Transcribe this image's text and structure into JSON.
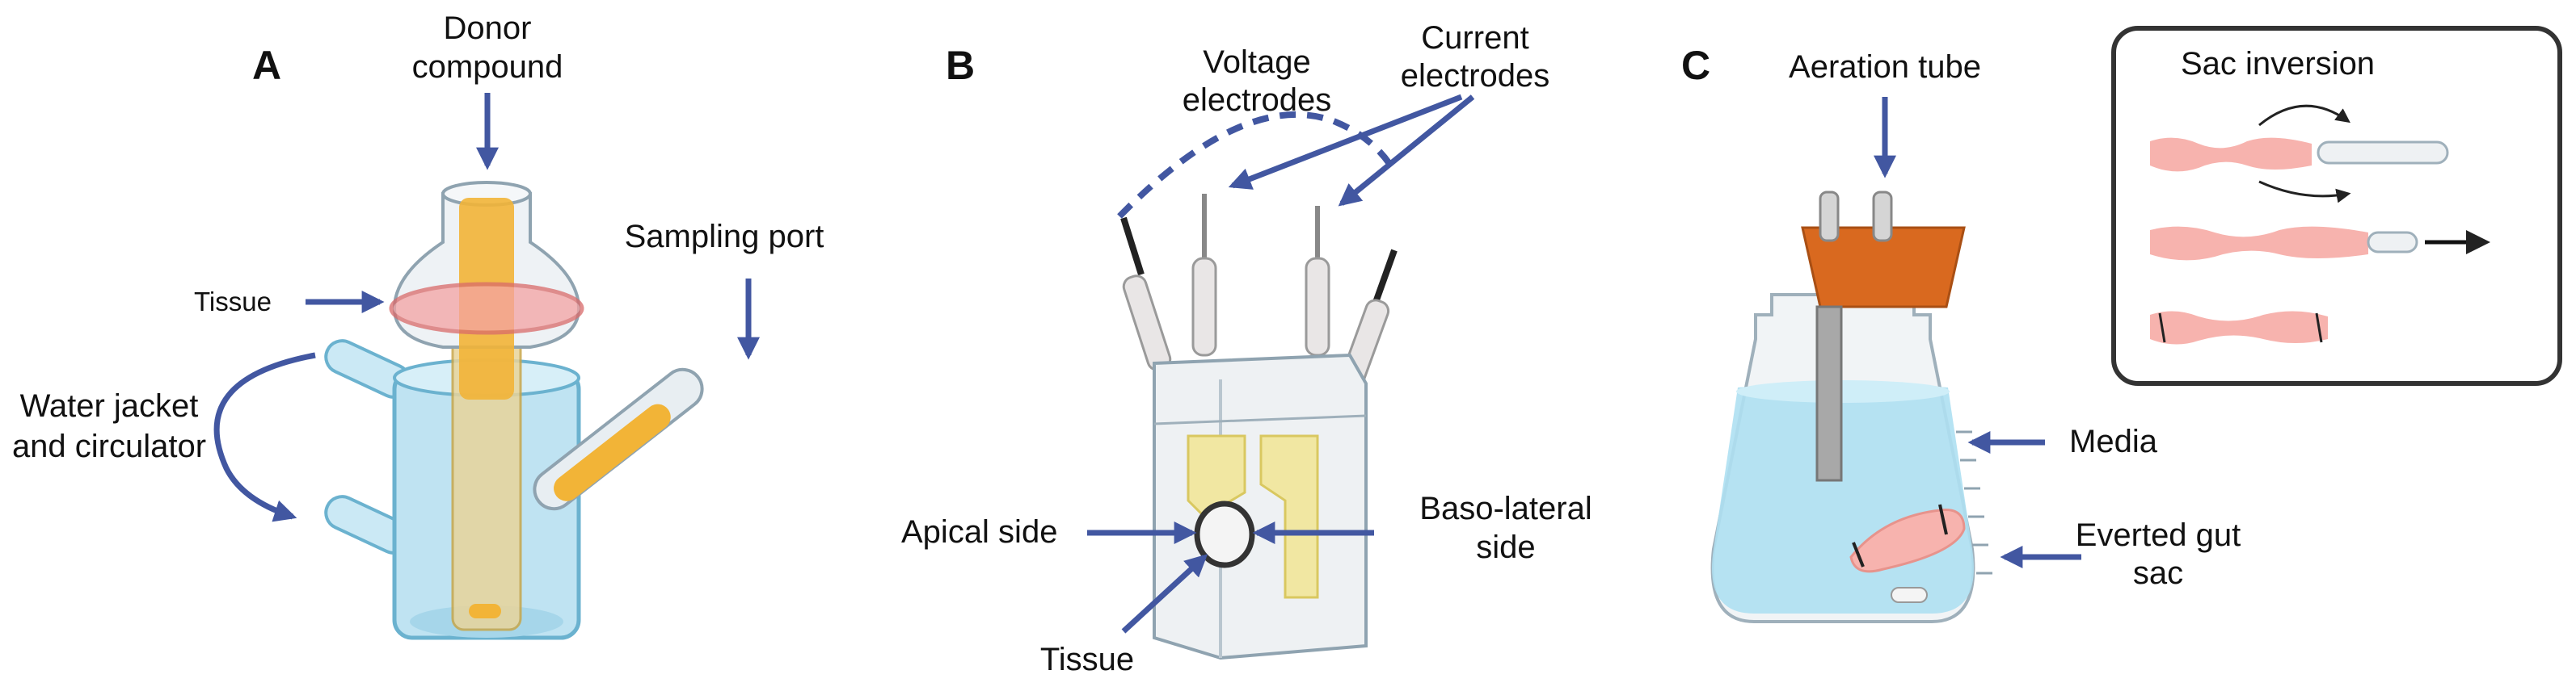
{
  "panels": {
    "a": {
      "letter": "A",
      "donor_line1": "Donor",
      "donor_line2": "compound",
      "tissue": "Tissue",
      "sampling_port": "Sampling port",
      "water_line1": "Water jacket",
      "water_line2": "and circulator"
    },
    "b": {
      "letter": "B",
      "voltage_line1": "Voltage",
      "voltage_line2": "electrodes",
      "current_line1": "Current",
      "current_line2": "electrodes",
      "apical": "Apical side",
      "baso_line1": "Baso-lateral",
      "baso_line2": "side",
      "tissue": "Tissue"
    },
    "c": {
      "letter": "C",
      "aeration": "Aeration tube",
      "sac_inversion": "Sac inversion",
      "media": "Media",
      "everted_line1": "Everted gut",
      "everted_line2": "sac"
    }
  },
  "colors": {
    "arrow_blue": "#4257a1",
    "glass_blue": "#bfe3f2",
    "tube_orange": "#f2b437",
    "tissue_pink": "#f4a3a3",
    "stopper_orange": "#d9691f",
    "gut_pink": "#f7b3ae"
  }
}
